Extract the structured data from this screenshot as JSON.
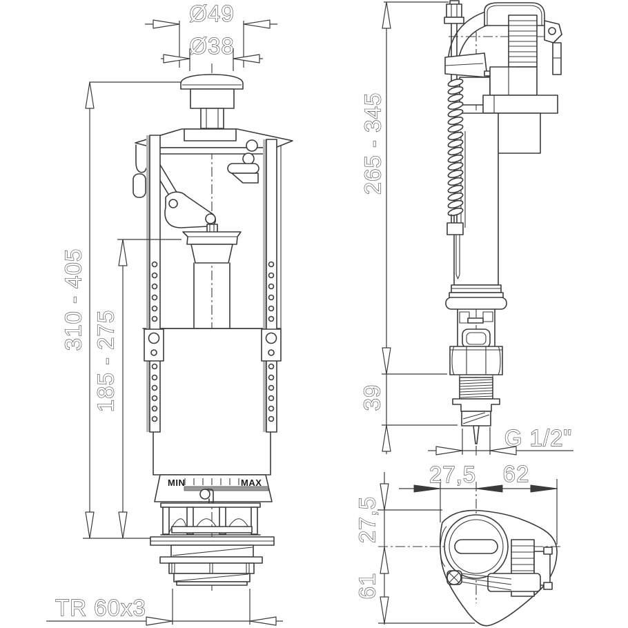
{
  "drawing": {
    "title": "Flush and fill valve technical drawing",
    "labels": {
      "dia_outer": "Ø49",
      "dia_inner": "Ø38",
      "height_total": "310 - 405",
      "height_mid": "185 - 275",
      "fill_height": "265 - 345",
      "shank_len": "39",
      "thread_conn": "G 1/2\"",
      "tv_width_left": "27,5",
      "tv_width_right": "62",
      "tv_height_top": "27,5",
      "tv_height_bottom": "61",
      "bottom_thread": "TR 60x3",
      "scale_min": "MIN",
      "scale_max": "MAX"
    },
    "colors": {
      "line": "#3a3a3a",
      "rail_gray": "#b8b8b8",
      "scale_bar_gray": "#9a9a9a",
      "background": "#ffffff"
    }
  }
}
